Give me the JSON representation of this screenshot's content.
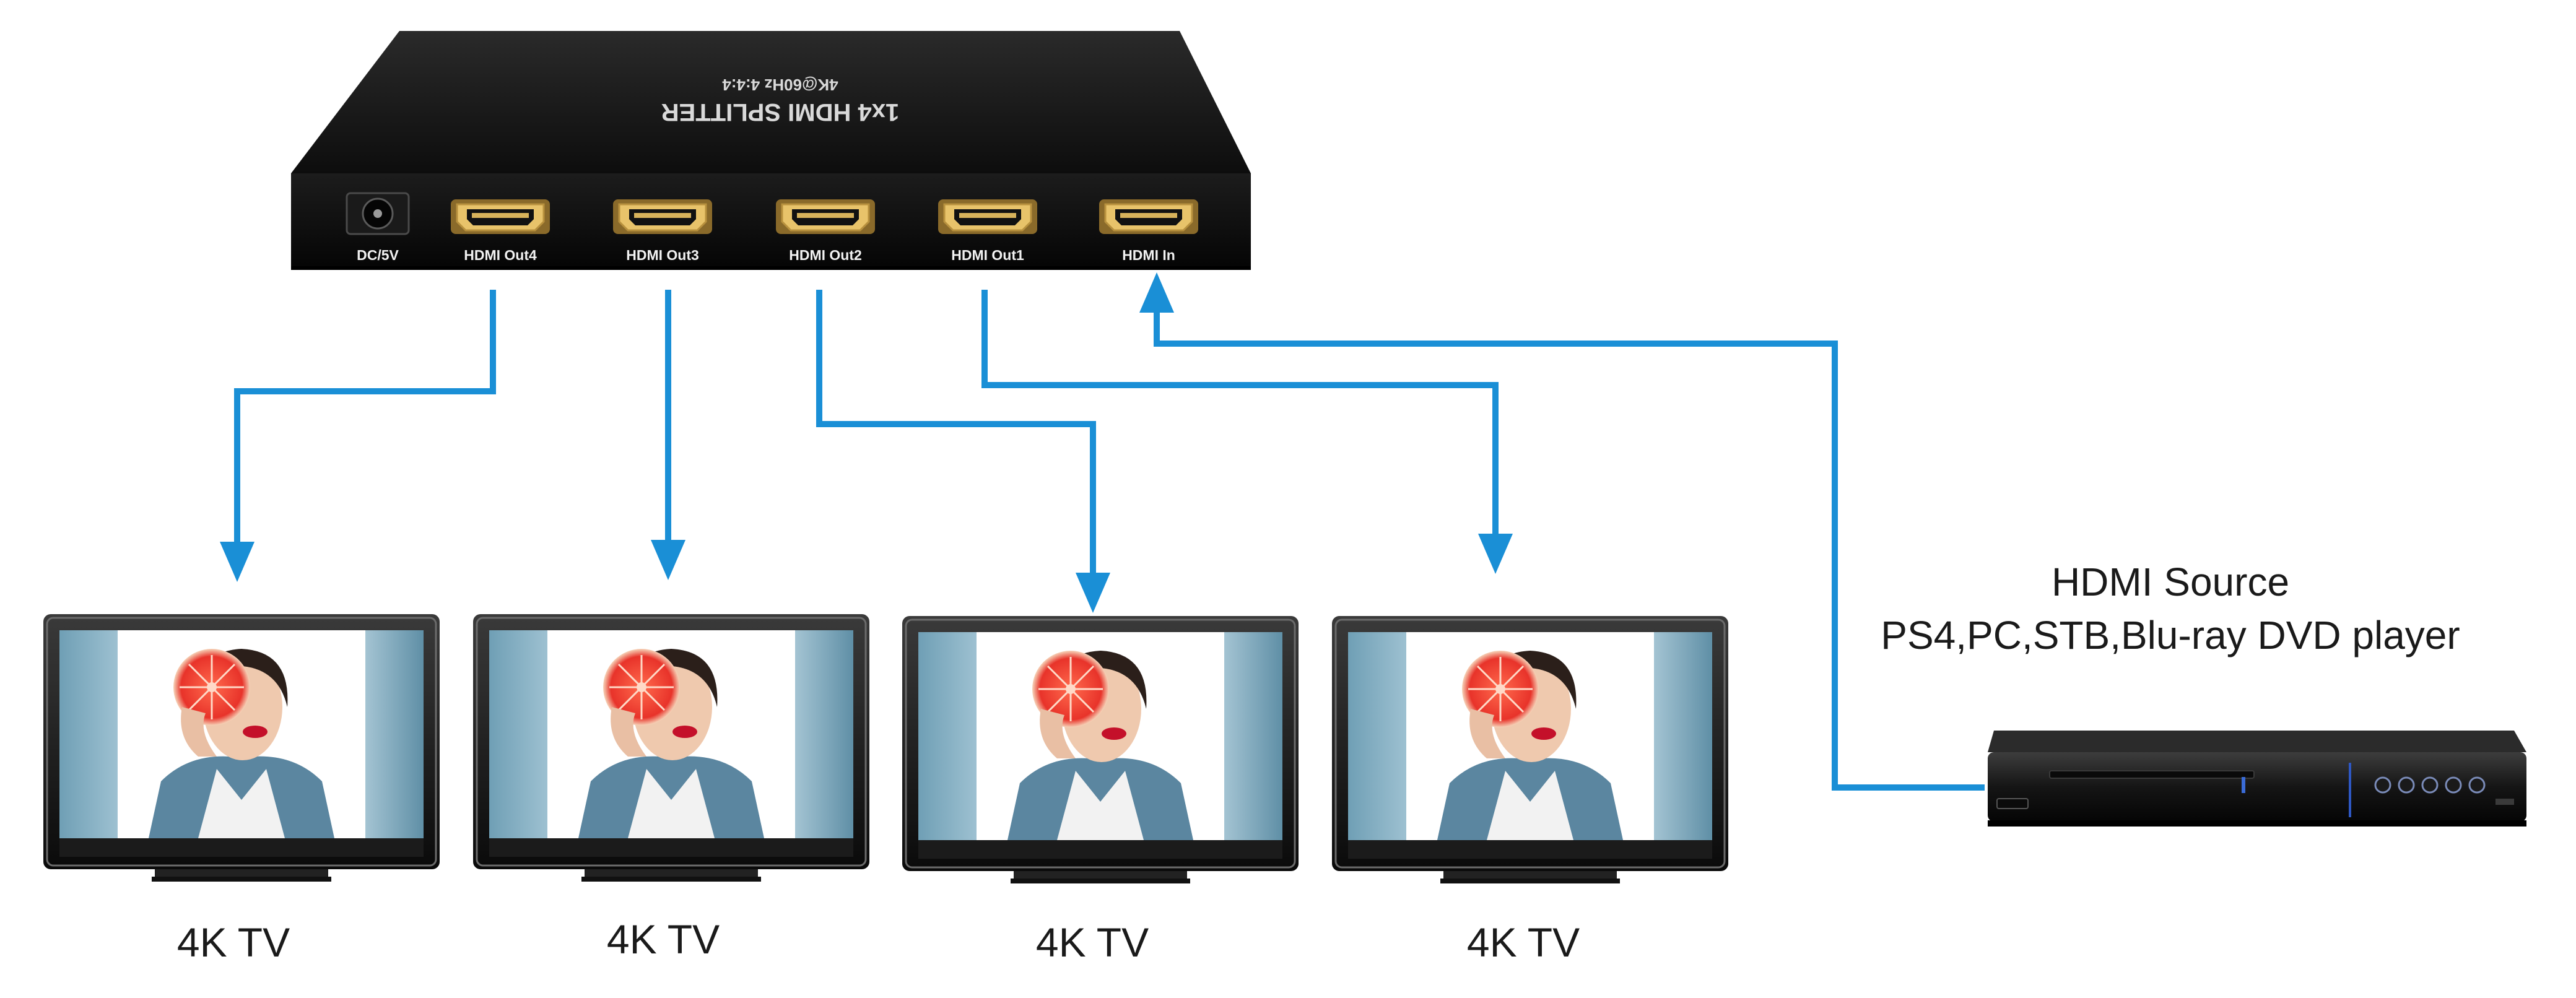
{
  "splitter": {
    "title": "1x4 HDMI SPLITTER",
    "subtitle": "4K@60Hz 4:4:4",
    "ports": {
      "dc": "DC/5V",
      "out4": "HDMI Out4",
      "out3": "HDMI Out3",
      "out2": "HDMI Out2",
      "out1": "HDMI Out1",
      "in": "HDMI In"
    }
  },
  "tvs": [
    "4K TV",
    "4K TV",
    "4K TV",
    "4K TV"
  ],
  "source": {
    "title": "HDMI Source",
    "devices": "PS4,PC,STB,Blu-ray DVD player"
  },
  "colors": {
    "connector": "#1a8fd6",
    "device_body": "#141414",
    "screen_bg": "#8fb7c9"
  }
}
